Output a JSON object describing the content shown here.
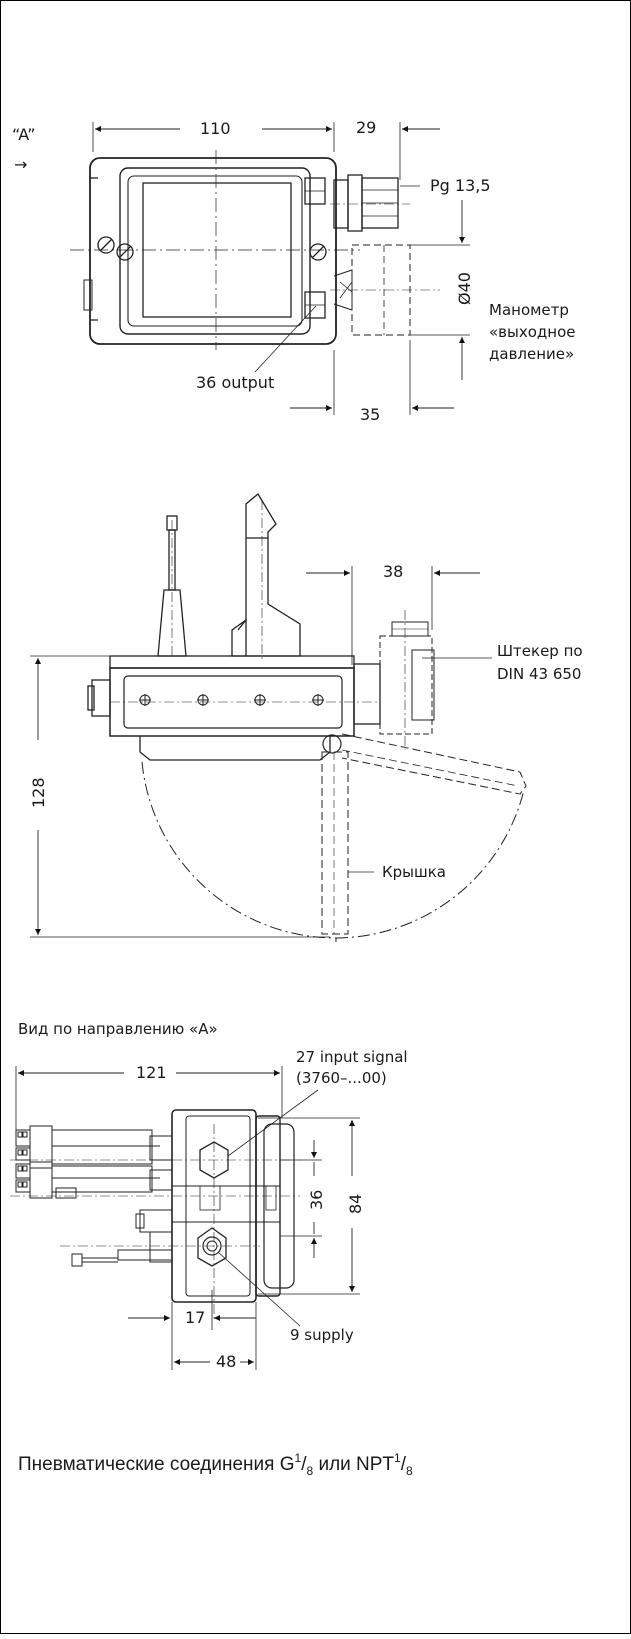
{
  "top_view": {
    "view_marker": "“A”",
    "view_arrow": "→",
    "dim_width": "110",
    "dim_gland": "29",
    "gland_label": "Pg 13,5",
    "gauge_dim": "Ø40",
    "gauge_label": [
      "Манометр",
      "«выходное",
      "давление»"
    ],
    "output_label": "36 output",
    "dim_gauge_offset": "35"
  },
  "side_view": {
    "dim_connector": "38",
    "connector_label": [
      "Штекер по",
      "DIN 43 650"
    ],
    "dim_height": "128",
    "cover_label": "Крышка"
  },
  "view_a": {
    "title": "Вид по направлению «А»",
    "dim_width": "121",
    "input_label": [
      "27 input signal",
      "(3760–...00)"
    ],
    "dim_36": "36",
    "dim_84": "84",
    "dim_17": "17",
    "supply_label": "9 supply",
    "dim_48": "48"
  },
  "footer": {
    "caption_main": "Пневматические соединения G",
    "sup1": "1",
    "sub1": "8",
    "caption_mid": " или NPT",
    "sup2": "1",
    "sub2": "8"
  }
}
